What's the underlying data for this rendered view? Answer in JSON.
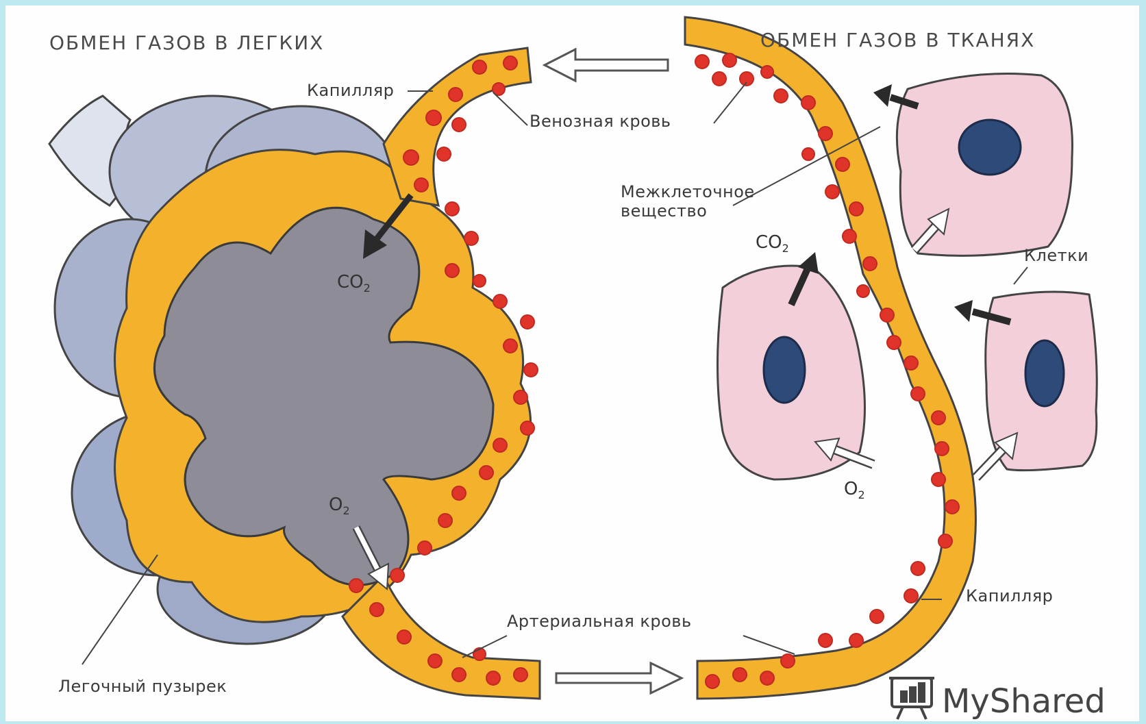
{
  "titles": {
    "lungs": "ОБМЕН ГАЗОВ В ЛЕГКИХ",
    "tissues": "ОБМЕН ГАЗОВ В ТКАНЯХ"
  },
  "labels": {
    "capillary_top": "Капилляр",
    "venous_blood": "Венозная кровь",
    "intercellular_line1": "Межклеточное",
    "intercellular_line2": "вещество",
    "cells": "Клетки",
    "capillary_bottom": "Капилляр",
    "arterial_blood": "Артериальная кровь",
    "alveolus": "Легочный пузырек"
  },
  "chem": {
    "co2_lung": "CO",
    "co2_lung_sub": "2",
    "o2_lung": "O",
    "o2_lung_sub": "2",
    "co2_tissue": "CO",
    "co2_tissue_sub": "2",
    "o2_tissue": "O",
    "o2_tissue_sub": "2"
  },
  "watermark": {
    "brand": "MyShared"
  },
  "colors": {
    "background": "#bfe9f1",
    "canvas": "#fefefe",
    "capillary": "#f3b12c",
    "blood_cell": "#e0332a",
    "alveolus_gray": "#8e8d99",
    "alveolus_blue": "#a9b4cf",
    "tissue_cell": "#f2cfd9",
    "nucleus": "#2e4a78"
  }
}
